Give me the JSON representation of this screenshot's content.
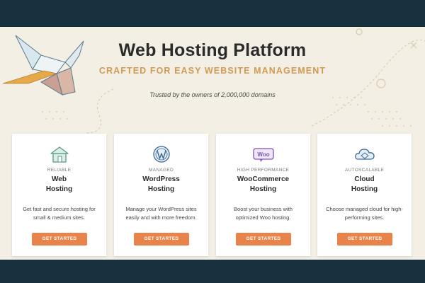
{
  "hero": {
    "title": "Web Hosting Platform",
    "subtitle": "CRAFTED FOR EASY WEBSITE MANAGEMENT",
    "trusted": "Trusted by the owners of 2,000,000 domains"
  },
  "cards": [
    {
      "icon": "house-icon",
      "tag": "RELIABLE",
      "name1": "Web",
      "name2": "Hosting",
      "desc1": "Get fast and secure hosting for",
      "desc2": "small & medium sites.",
      "button": "GET STARTED"
    },
    {
      "icon": "wordpress-icon",
      "tag": "MANAGED",
      "name1": "WordPress",
      "name2": "Hosting",
      "desc1": "Manage your WordPress sites",
      "desc2": "easily and with more freedom.",
      "button": "GET STARTED"
    },
    {
      "icon": "woo-icon",
      "tag": "HIGH PERFORMANCE",
      "name1": "WooCommerce",
      "name2": "Hosting",
      "desc1": "Boost your business with",
      "desc2": "optimized Woo hosting.",
      "button": "GET STARTED"
    },
    {
      "icon": "cloud-icon",
      "tag": "AUTOSCALABLE",
      "name1": "Cloud",
      "name2": "Hosting",
      "desc1": "Choose managed cloud for high-",
      "desc2": "performing sites.",
      "button": "GET STARTED"
    }
  ],
  "colors": {
    "accent": "#e8844a",
    "subtitle": "#d09a52",
    "background": "#f3efe4",
    "frame": "#17303d",
    "icon_green": "#5b9a86",
    "icon_purple": "#7f54b3",
    "icon_blue": "#3a6a92"
  }
}
